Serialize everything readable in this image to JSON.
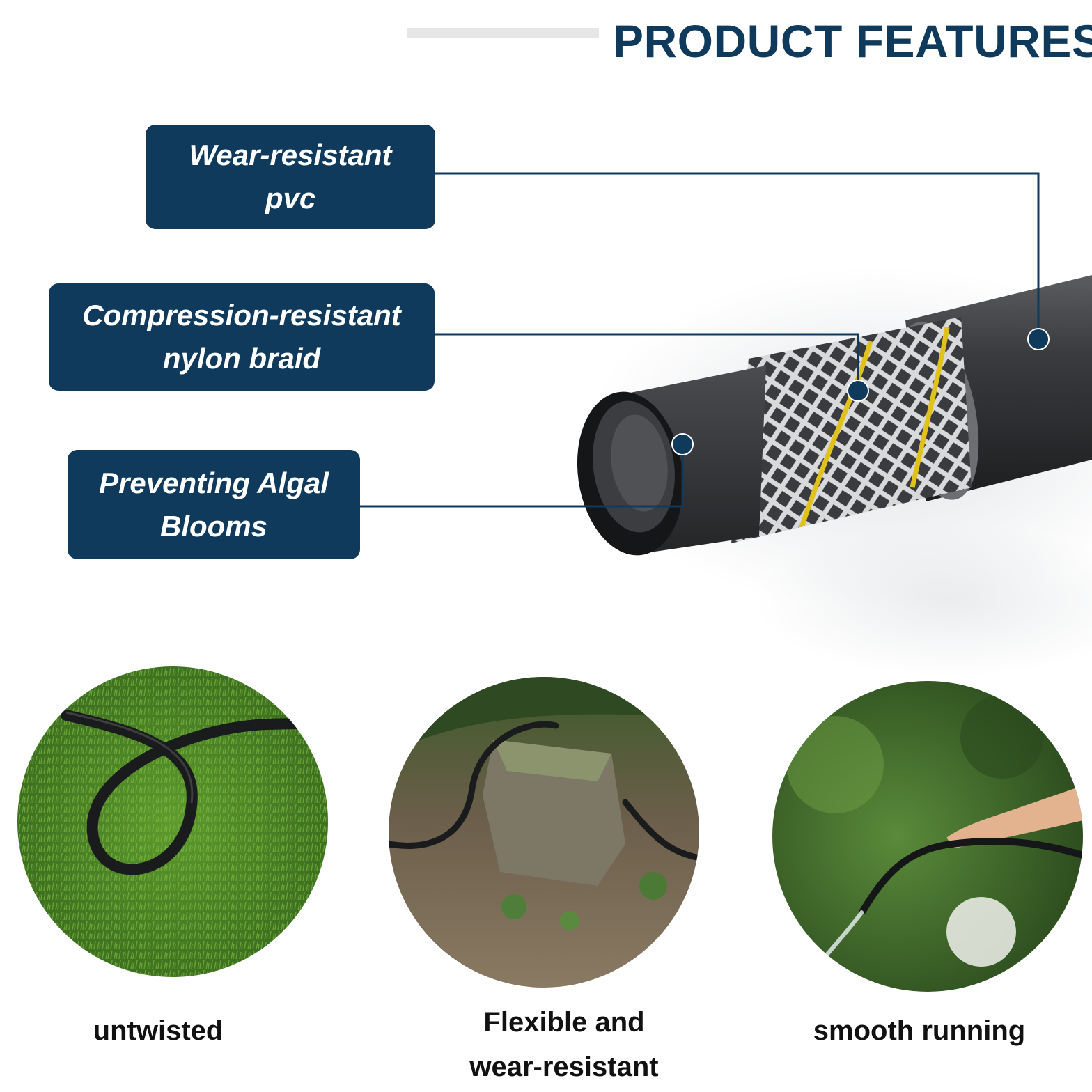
{
  "header": {
    "title": "PRODUCT FEATURES"
  },
  "colors": {
    "brand_navy": "#0f3a5b",
    "hose_dark": "#2b2c2e",
    "braid_yellow": "#e0c21a",
    "caption_text": "#111111"
  },
  "features": {
    "pvc": {
      "line1": "Wear-resistant",
      "line2": "pvc"
    },
    "braid": {
      "line1": "Compression-resistant",
      "line2": "nylon braid"
    },
    "algal": {
      "line1": "Preventing Algal",
      "line2": "Blooms"
    }
  },
  "photos": {
    "untwisted": {
      "line1": "untwisted"
    },
    "flexible": {
      "line1": "Flexible and",
      "line2": "wear-resistant"
    },
    "smooth": {
      "line1": "smooth running"
    }
  }
}
